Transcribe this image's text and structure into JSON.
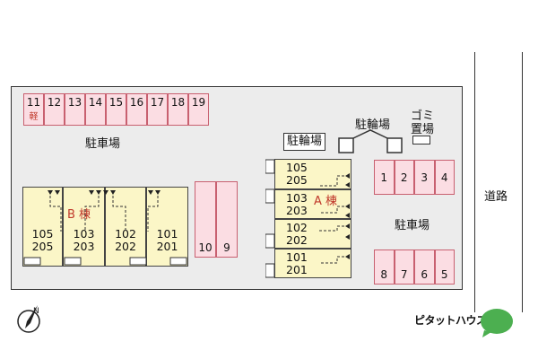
{
  "labels": {
    "parking": "駐車場",
    "bike_box": "駐輪場",
    "bike_shed": "駐輪場",
    "garbage_line1": "ゴミ",
    "garbage_line2": "置場",
    "road": "道路",
    "building_a": "A 棟",
    "building_b": "B 棟",
    "kei": "軽",
    "brand": "ピタットハウス"
  },
  "parking_top": [
    "11",
    "12",
    "13",
    "14",
    "15",
    "16",
    "17",
    "18",
    "19"
  ],
  "parking_mid": [
    "10",
    "9"
  ],
  "parking_right_top": [
    "1",
    "2",
    "3",
    "4"
  ],
  "parking_right_bottom": [
    "8",
    "7",
    "6",
    "5"
  ],
  "building_a_units": [
    {
      "upper": "105",
      "lower": "205"
    },
    {
      "upper": "103",
      "lower": "203"
    },
    {
      "upper": "102",
      "lower": "202"
    },
    {
      "upper": "101",
      "lower": "201"
    }
  ],
  "building_b_units": [
    {
      "upper": "105",
      "lower": "205"
    },
    {
      "upper": "103",
      "lower": "203"
    },
    {
      "upper": "102",
      "lower": "202"
    },
    {
      "upper": "101",
      "lower": "201"
    }
  ],
  "colors": {
    "parking": "#fbdde3",
    "building": "#fbf6c7",
    "accent": "#c0392b",
    "logo": "#4caf50"
  }
}
